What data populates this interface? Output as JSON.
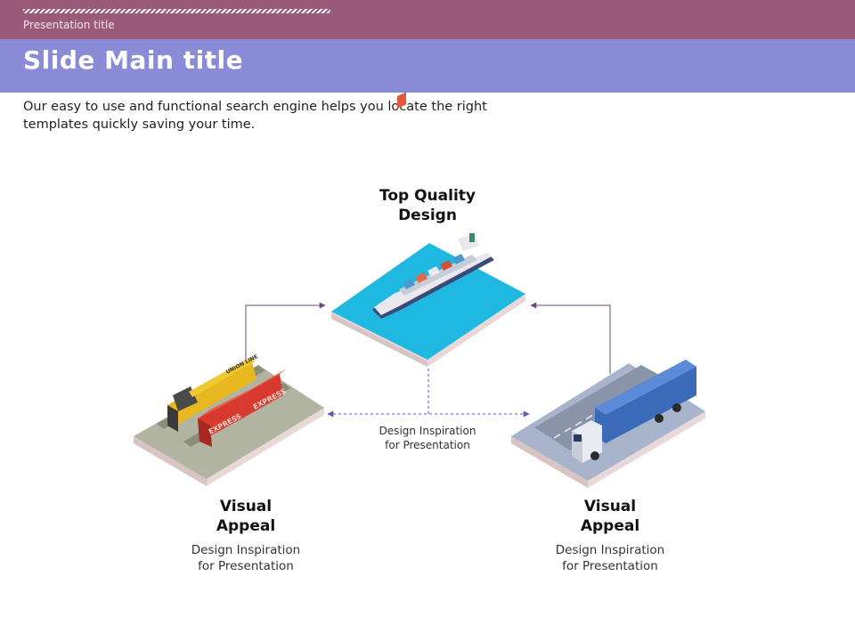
{
  "header": {
    "presentation_title": "Presentation title",
    "main_title": "Slide Main title"
  },
  "intro": {
    "text": "Our easy to use and functional search engine helps you locate the right templates quickly saving your time."
  },
  "diagram": {
    "top": {
      "title_line1": "Top Quality",
      "title_line2": "Design"
    },
    "center_caption": {
      "line1": "Design Inspiration",
      "line2": "for Presentation"
    },
    "left": {
      "title_line1": "Visual",
      "title_line2": "Appeal",
      "caption_line1": "Design Inspiration",
      "caption_line2": "for Presentation"
    },
    "right": {
      "title_line1": "Visual",
      "title_line2": "Appeal",
      "caption_line1": "Design Inspiration",
      "caption_line2": "for Presentation"
    },
    "train_text": {
      "container1": "EXPRESS",
      "container2": "EXPRESS",
      "loco": "UNION LINE"
    }
  },
  "colors": {
    "header_band": "#9b5a7a",
    "title_band": "#8a8bd6",
    "arrow": "#6b4a7a",
    "dashed_arrow": "#5a5ab0",
    "water": "#1fb8e0"
  }
}
